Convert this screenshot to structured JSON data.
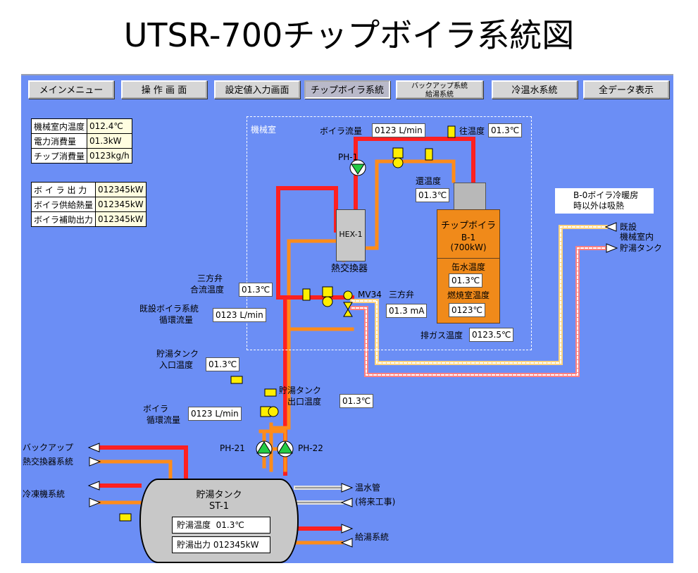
{
  "title": "UTSR-700チップボイラ系統図",
  "nav": [
    {
      "label": "メインメニュー"
    },
    {
      "label": "操 作 画 面"
    },
    {
      "label": "設定値入力画面"
    },
    {
      "label": "チップボイラ系統"
    },
    {
      "label_line1": "バックアップ系統",
      "label_line2": "給湯系統"
    },
    {
      "label": "冷温水系統"
    },
    {
      "label": "全データ表示"
    }
  ],
  "info_top": [
    {
      "label": "機械室内温度",
      "value": "012.4℃"
    },
    {
      "label": "電力消費量",
      "value": "01.3kW"
    },
    {
      "label": "チップ消費量",
      "value": "0123kg/h"
    }
  ],
  "info_bottom": [
    {
      "label": "ボ イ ラ 出 力",
      "value": "012345kW"
    },
    {
      "label": "ボイラ供給熱量",
      "value": "012345kW"
    },
    {
      "label": "ボイラ補助出力",
      "value": "012345kW"
    }
  ],
  "machine_room": "機械室",
  "boiler_flow": {
    "label": "ボイラ流量",
    "value": "0123 L/min"
  },
  "supply_temp": {
    "label": "往温度",
    "value": "01.3℃"
  },
  "return_temp": {
    "label": "還温度",
    "value": "01.3℃"
  },
  "pump_ph1": "PH-1",
  "hex": {
    "name": "HEX-1",
    "label": "熱交換器"
  },
  "boiler": {
    "name": "チップボイラ",
    "id": "B-1",
    "capacity": "(700kW)",
    "water_temp_label": "缶水温度",
    "water_temp": "01.3℃",
    "combustion_label": "燃焼室温度",
    "combustion_temp": "0123℃"
  },
  "exhaust": {
    "label": "排ガス温度",
    "value": "0123.5℃"
  },
  "legend": {
    "line1": "B-0ボイラ冷暖房",
    "line2": "時以外は吸熱"
  },
  "existing": {
    "line1": "既設",
    "line2": "機械室内",
    "line3": "貯湯タンク"
  },
  "three_way_mix": {
    "line1": "三方弁",
    "line2": "合流温度",
    "value": "01.3℃"
  },
  "mv34": "MV34",
  "three_way": {
    "label": "三方弁",
    "value": "01.3 mA"
  },
  "existing_flow": {
    "line1": "既設ボイラ系統",
    "line2": "循環流量",
    "value": "0123 L/min"
  },
  "tank_in": {
    "line1": "貯湯タンク",
    "line2": "入口温度",
    "value": "01.3℃"
  },
  "tank_out": {
    "line1": "貯湯タンク",
    "line2": "出口温度",
    "value": "01.3℃"
  },
  "boiler_circ": {
    "line1": "ボイラ",
    "line2": "循環流量",
    "value": "0123 L/min"
  },
  "ph21": "PH-21",
  "ph22": "PH-22",
  "backup": {
    "line1": "バックアップ",
    "line2": "熱交換器系統"
  },
  "chiller": "冷凍機系統",
  "tank": {
    "name": "貯湯タンク",
    "id": "ST-1",
    "temp_label": "貯湯温度",
    "temp": "01.3℃",
    "out_label": "貯湯出力",
    "out": "012345kW"
  },
  "hot_water_pipe": {
    "line1": "温水管",
    "line2": "(将来工事)"
  },
  "supply_system": "給湯系統",
  "colors": {
    "panel": "#6b8ef5",
    "hot": "#ff2020",
    "warm": "#ff8c1a",
    "boiler": "#f08a1a"
  }
}
